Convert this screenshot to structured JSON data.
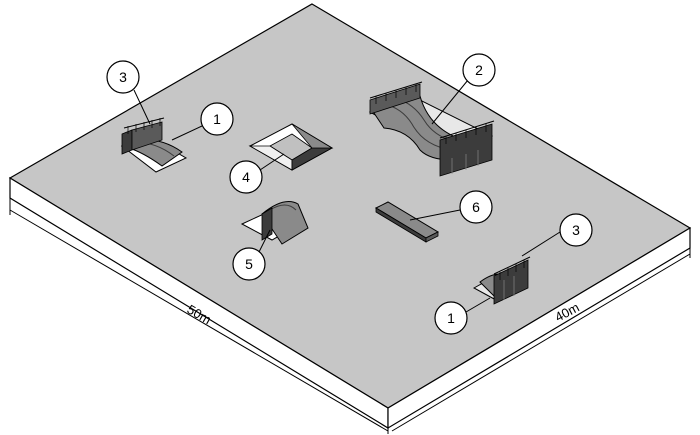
{
  "dimensions": {
    "length": "50m",
    "width": "40m"
  },
  "callouts": [
    {
      "id": "callout-3-left",
      "number": "3"
    },
    {
      "id": "callout-1-left",
      "number": "1"
    },
    {
      "id": "callout-2",
      "number": "2"
    },
    {
      "id": "callout-4",
      "number": "4"
    },
    {
      "id": "callout-5",
      "number": "5"
    },
    {
      "id": "callout-6",
      "number": "6"
    },
    {
      "id": "callout-3-right",
      "number": "3"
    },
    {
      "id": "callout-1-right",
      "number": "1"
    }
  ],
  "colors": {
    "ground_top": "#c6c6c6",
    "ground_side": "#ffffff",
    "ramp_surface": "#8a8a8a",
    "ramp_dark": "#3c3c3c",
    "ramp_light": "#e8e8e8"
  }
}
